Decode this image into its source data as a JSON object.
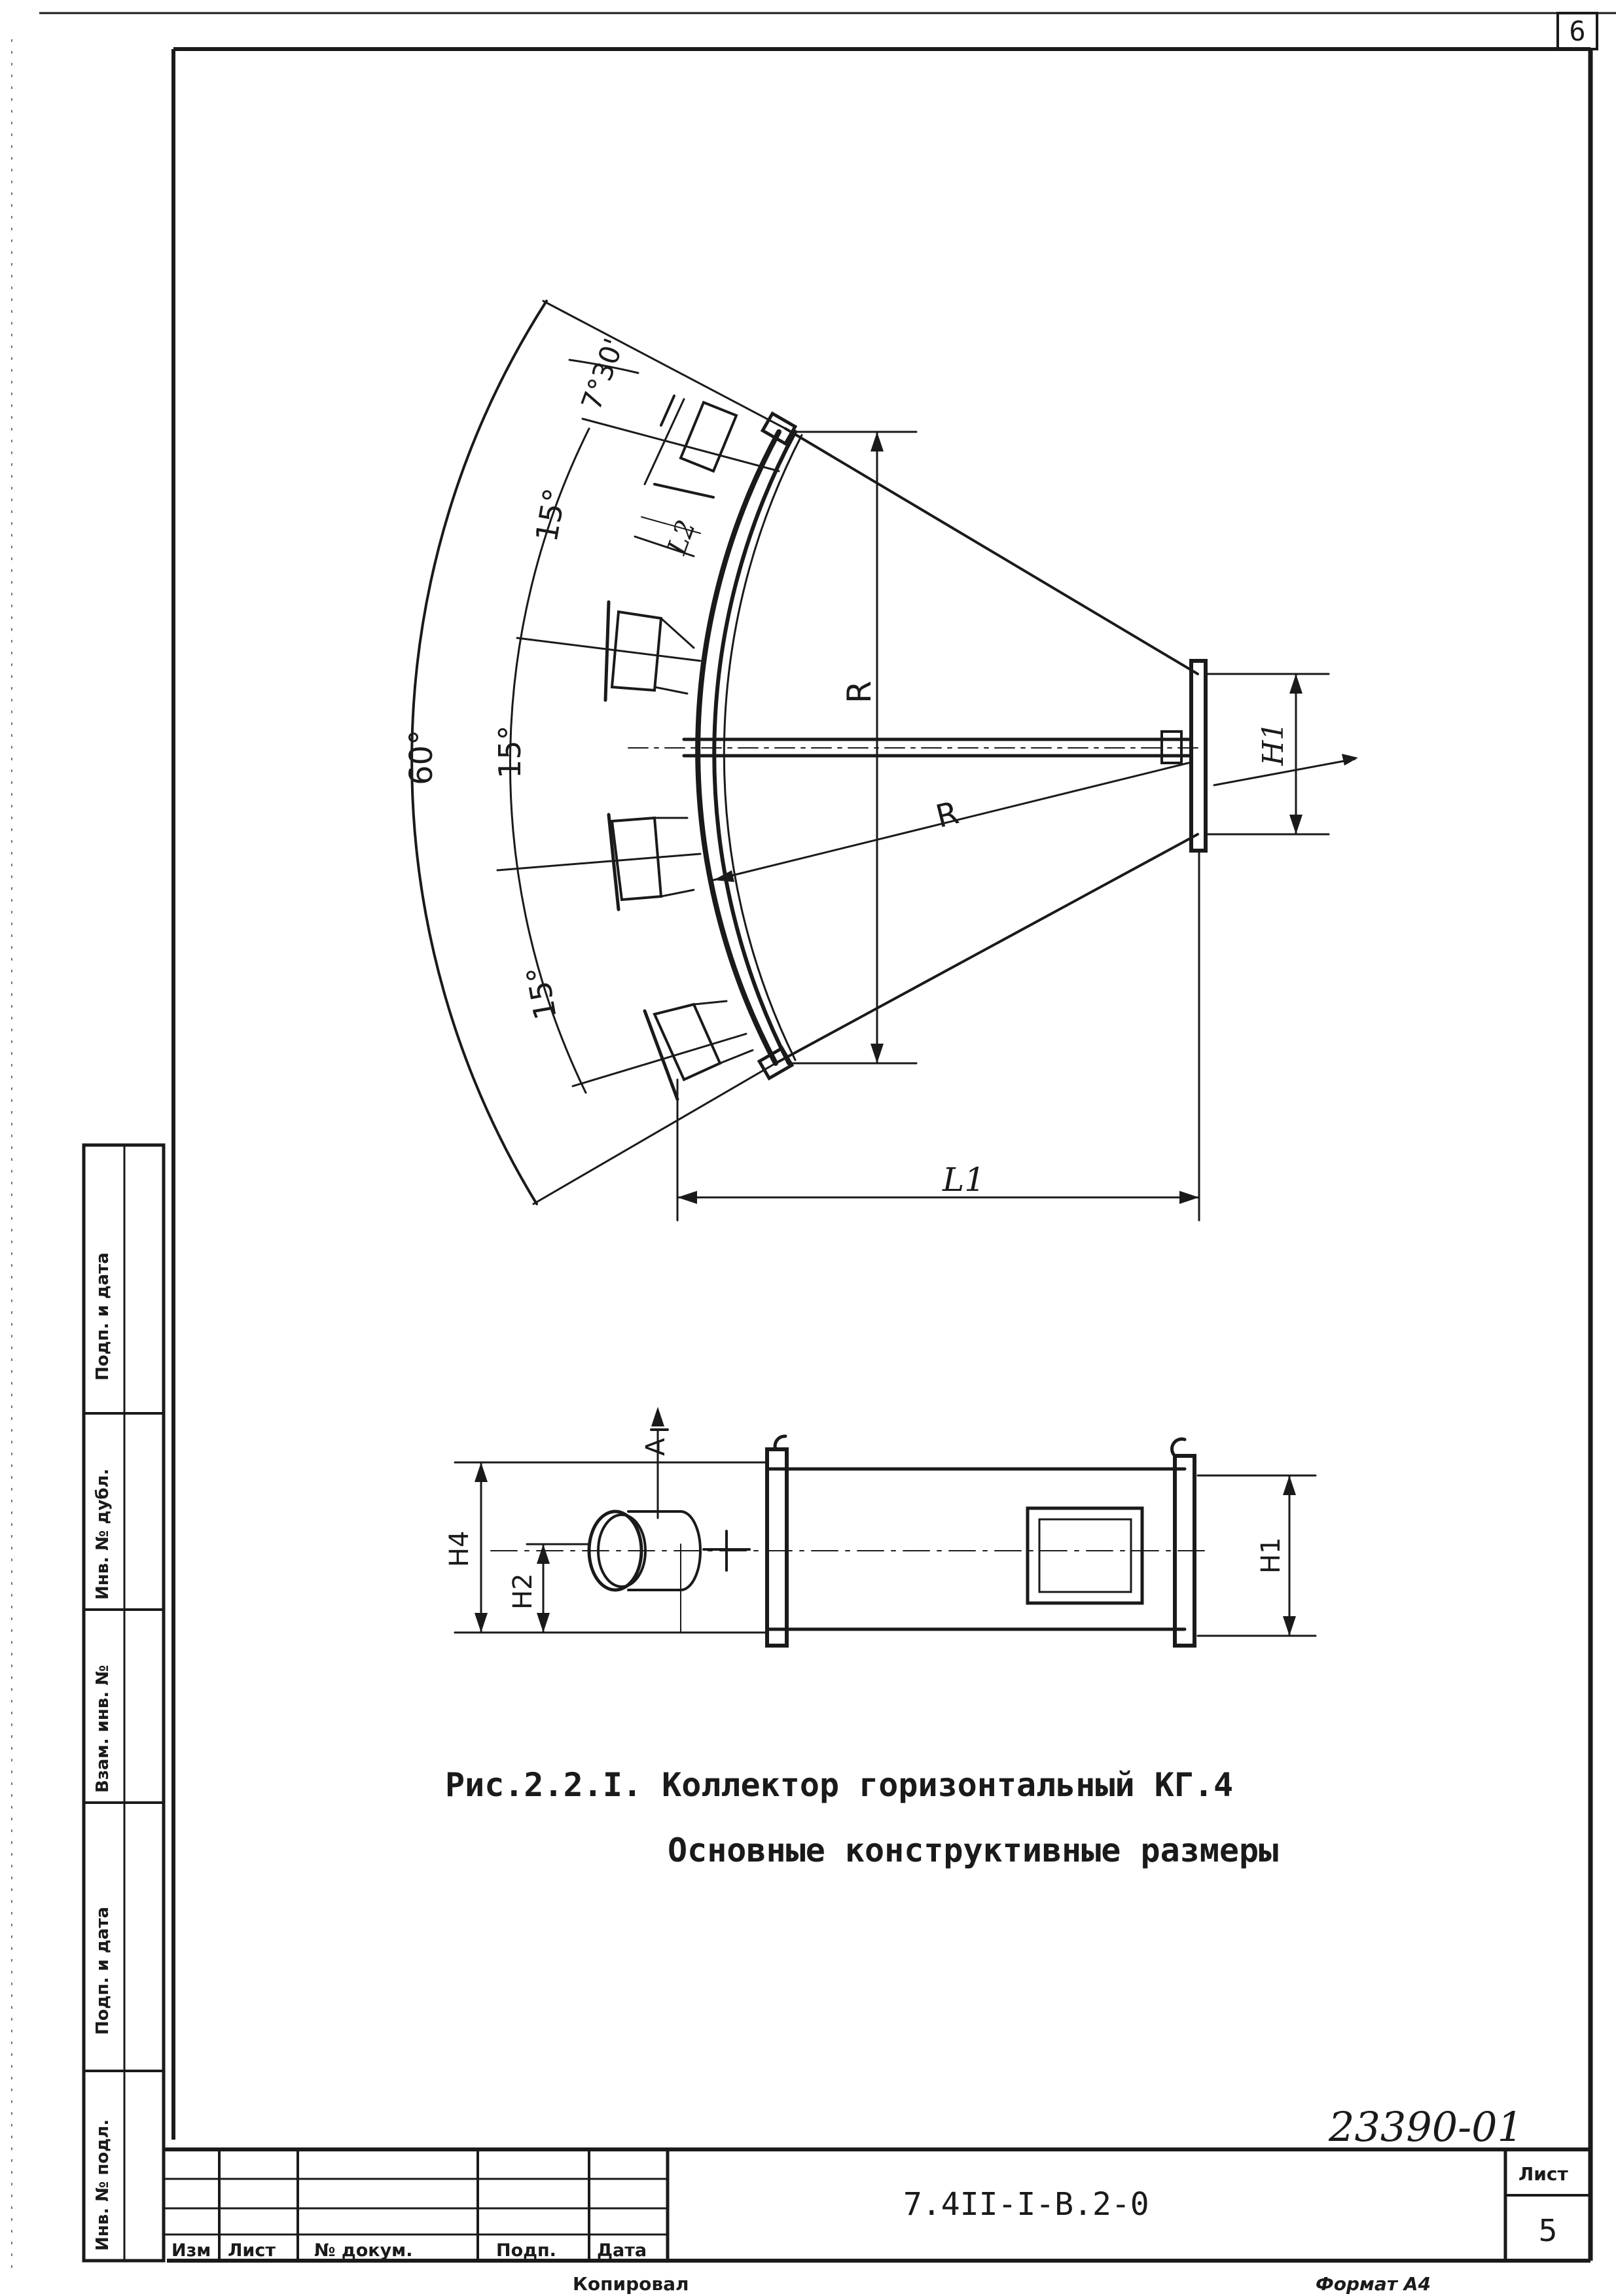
{
  "sheet_corner_number": "6",
  "drawing": {
    "upper_view": {
      "angle_total": "60°",
      "angle_seg_1": "15°",
      "angle_seg_2": "15°",
      "angle_seg_3": "15°",
      "angle_half": "7°30'",
      "radius_label_vertical": "R",
      "radius_label_diagonal": "R",
      "length_l1": "L1",
      "length_l2": "L2",
      "height_h1": "H1"
    },
    "lower_view": {
      "section_mark": "A",
      "height_h4": "H4",
      "height_h2": "H2",
      "height_h1": "H1"
    }
  },
  "caption": {
    "line1": "Рис.2.2.I. Коллектор горизонтальный КГ.4",
    "line2": "Основные конструктивные размеры"
  },
  "side_stamp": [
    "Инв. № подл.",
    "Подп. и дата",
    "Взам. инв. №",
    "Инв. № дубл.",
    "Подп. и дата"
  ],
  "title_block": {
    "headers": [
      "Изм",
      "Лист",
      "№ докум.",
      "Подп.",
      "Дата"
    ],
    "document_code": "7.4II-I-B.2-0",
    "sheet_label": "Лист",
    "sheet_number": "5",
    "handwritten_number": "23390-01",
    "copied_label": "Копировал",
    "format_label": "Формат А4"
  }
}
